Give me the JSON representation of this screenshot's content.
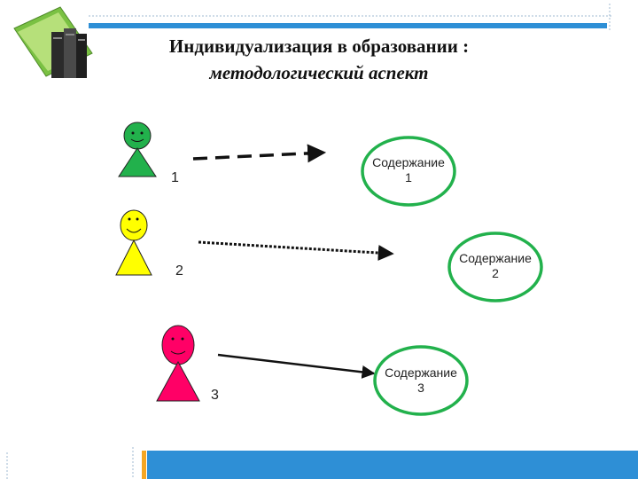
{
  "title": {
    "line1": "Индивидуализация в образовании :",
    "line2": "методологический аспект"
  },
  "colors": {
    "figure1": "#22b14c",
    "figure2": "#ffff00",
    "figure3": "#ff0066",
    "bubble_outline": "#22b14c",
    "accent_bar": "#2e8fd6",
    "accent_orange": "#f5a623"
  },
  "icons": {
    "logo": "books-icon"
  },
  "rows": [
    {
      "number": "1",
      "content_label": "Содержание",
      "content_number": "1",
      "arrow_style": "dashed"
    },
    {
      "number": "2",
      "content_label": "Содержание",
      "content_number": "2",
      "arrow_style": "dotted"
    },
    {
      "number": "3",
      "content_label": "Содержание",
      "content_number": "3",
      "arrow_style": "solid"
    }
  ]
}
